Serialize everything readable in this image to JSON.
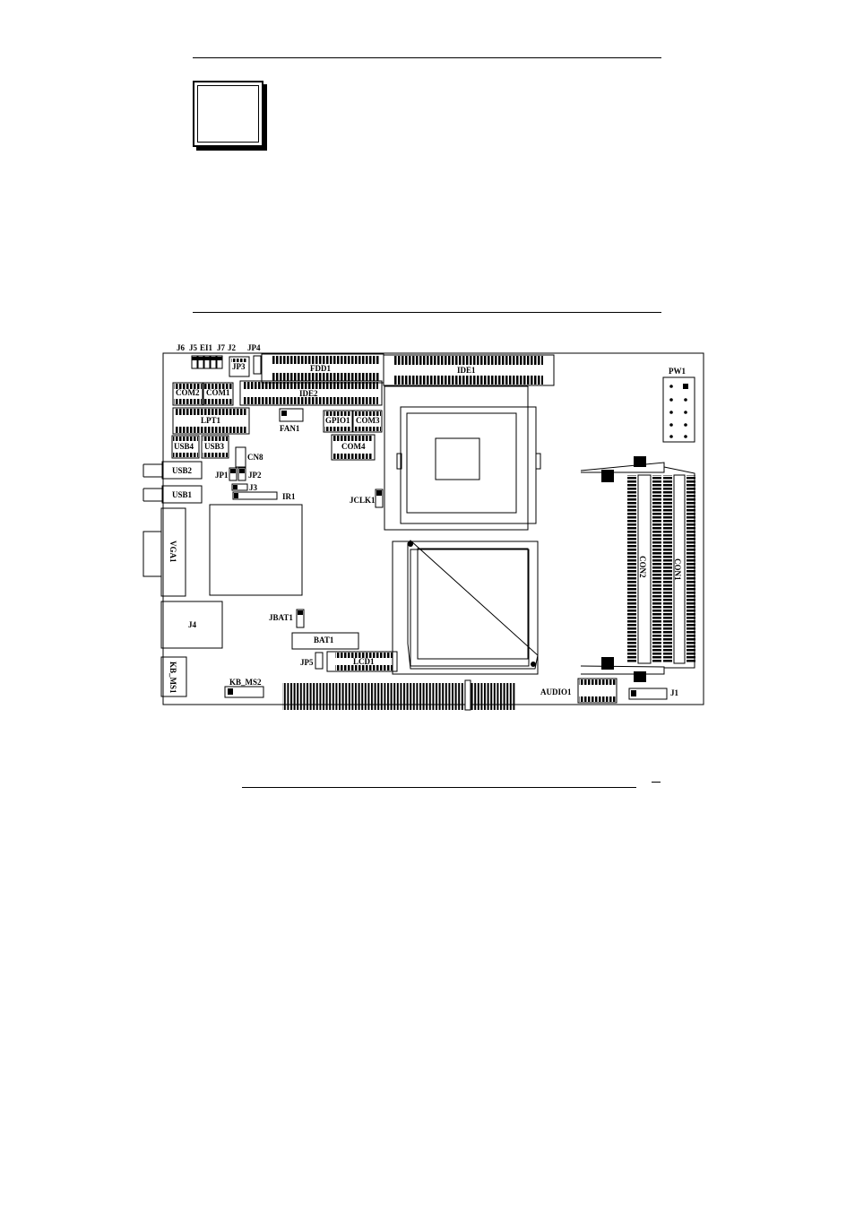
{
  "labels": {
    "J6": "J6",
    "J5": "J5",
    "EI1": "EI1",
    "J7": "J7",
    "J2": "J2",
    "JP4": "JP4",
    "JP3": "JP3",
    "FDD1": "FDD1",
    "IDE1": "IDE1",
    "IDE2": "IDE2",
    "PW1": "PW1",
    "COM2": "COM2",
    "COM1": "COM1",
    "LPT1": "LPT1",
    "FAN1": "FAN1",
    "GPIO1": "GPIO1",
    "COM3": "COM3",
    "COM4": "COM4",
    "USB4": "USB4",
    "USB3": "USB3",
    "CN8": "CN8",
    "USB2": "USB2",
    "JP1": "JP1",
    "JP2": "JP2",
    "J3": "J3",
    "IR1": "IR1",
    "USB1": "USB1",
    "JCLK1": "JCLK1",
    "VGA1": "VGA1",
    "CON2": "CON2",
    "CON1": "CON1",
    "J4": "J4",
    "JBAT1": "JBAT1",
    "BAT1": "BAT1",
    "JP5": "JP5",
    "LCD1": "LCD1",
    "KB_MS1": "KB_MS1",
    "KB_MS2": "KB_MS2",
    "AUDIO1": "AUDIO1",
    "J1": "J1"
  }
}
